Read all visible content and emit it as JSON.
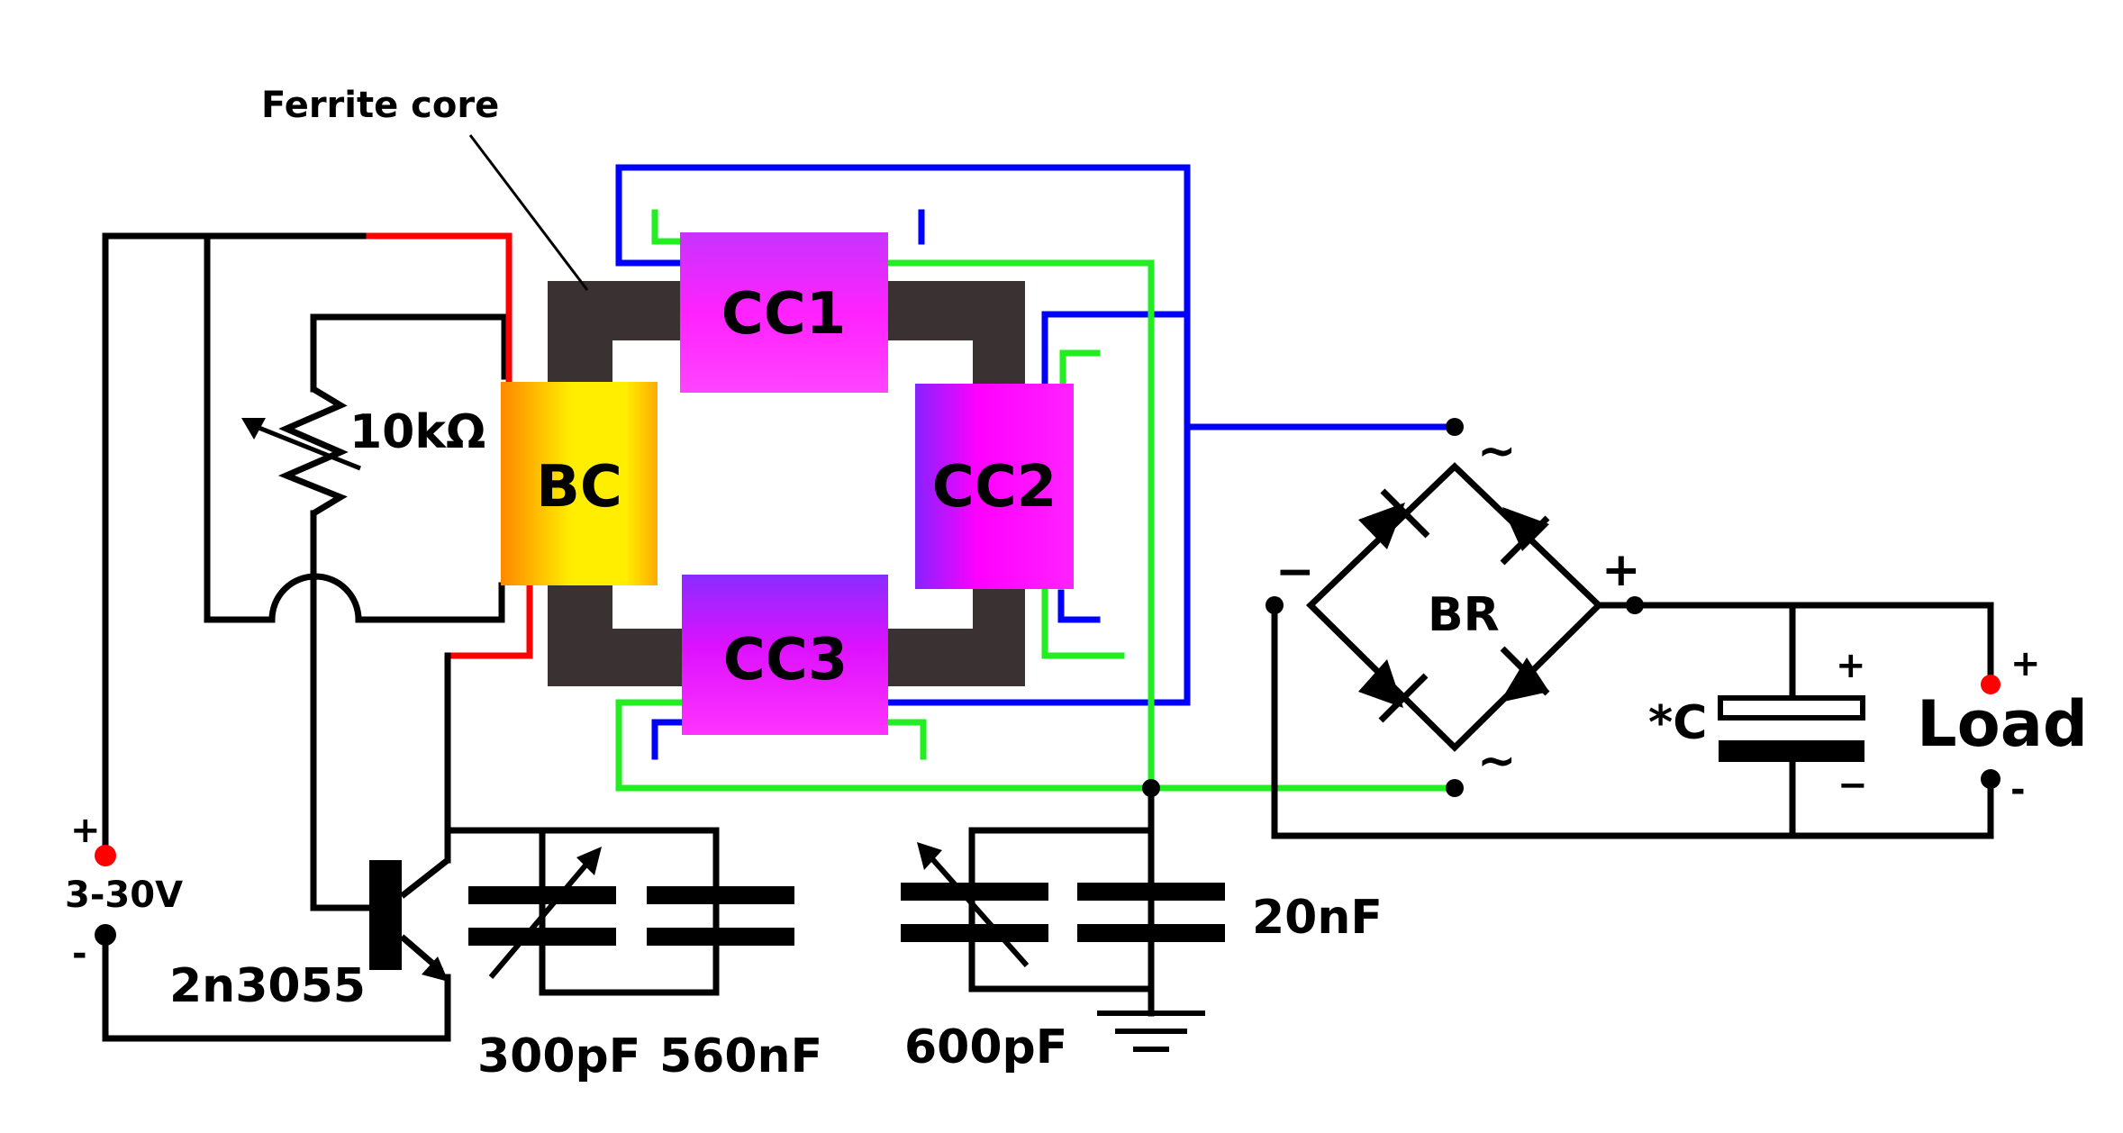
{
  "labels": {
    "ferrite_core": "Ferrite core",
    "bc": "BC",
    "cc1": "CC1",
    "cc2": "CC2",
    "cc3": "CC3",
    "resistor": "10kΩ",
    "transistor": "2n3055",
    "supply_voltage": "3-30V",
    "supply_plus": "+",
    "supply_minus": "-",
    "cap_300pf": "300pF",
    "cap_560nf": "560nF",
    "cap_600pf": "600pF",
    "cap_20nf": "20nF",
    "bridge": "BR",
    "bridge_plus": "+",
    "bridge_minus": "−",
    "ac_top": "~",
    "ac_bottom": "~",
    "cap_c": "*C",
    "cap_plus": "+",
    "cap_minus": "−",
    "load": "Load",
    "load_plus": "+",
    "load_minus": "-"
  },
  "colors": {
    "wire_black": "#000000",
    "wire_red": "#ff0000",
    "wire_blue": "#0000ff",
    "wire_green": "#22ee22",
    "core": "#3a3232",
    "coil_magenta": "#ff00ff",
    "coil_violet": "#9a22ff",
    "bc_yellow": "#ffee00",
    "bc_orange": "#ff8800",
    "terminal_red": "#ff0000"
  }
}
